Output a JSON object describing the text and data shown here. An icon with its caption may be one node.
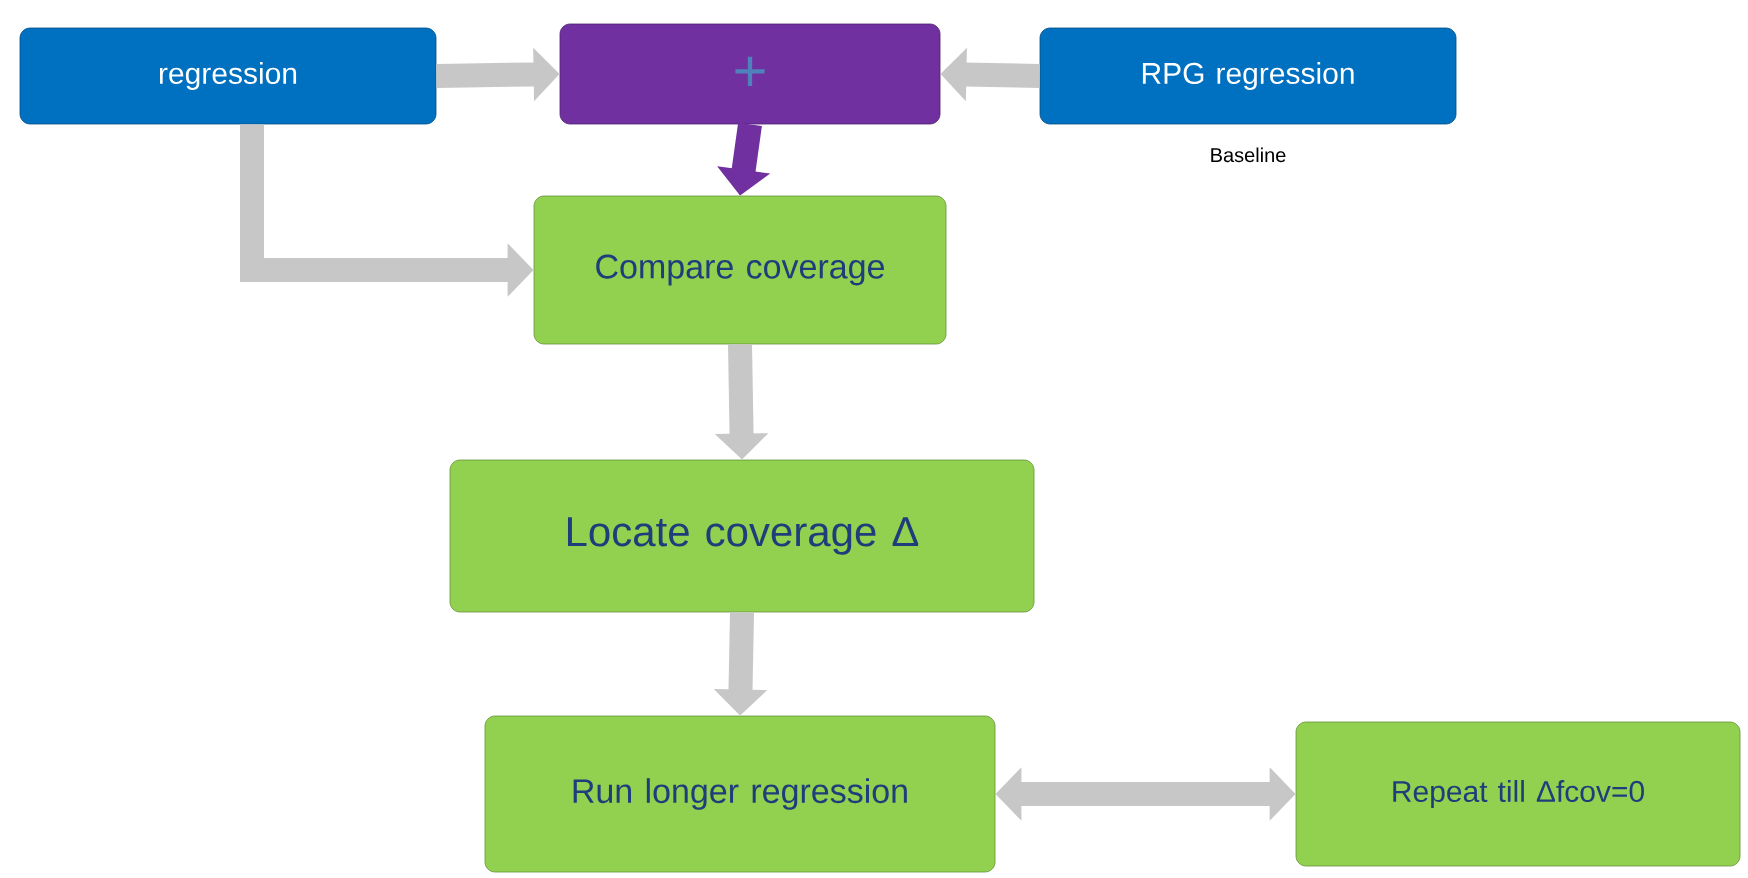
{
  "diagram": {
    "nodes": [
      {
        "text": [
          "regression"
        ]
      },
      {
        "text": [
          "+"
        ]
      },
      {
        "text": [
          "RPG regression"
        ],
        "beside": [
          "Baseline"
        ]
      },
      {
        "text": [
          "Compare coverage"
        ]
      },
      {
        "text": [
          "Locate coverage Δ"
        ]
      },
      {
        "text": [
          "Run longer regression"
        ]
      },
      {
        "text": [
          "Repeat till Δfcov=0"
        ]
      }
    ],
    "edges": [
      {
        "from": 0,
        "to": 1,
        "arrow": "to"
      },
      {
        "from": 2,
        "to": 1,
        "arrow": "to"
      },
      {
        "from": 1,
        "to": 3,
        "arrow": "to",
        "color": "#7030a0"
      },
      {
        "from": 0,
        "to": 3,
        "arrow": "to"
      },
      {
        "from": 3,
        "to": 4,
        "arrow": "to"
      },
      {
        "from": 4,
        "to": 5,
        "arrow": "to"
      },
      {
        "from": 5,
        "to": 6,
        "arrow": "both"
      }
    ]
  }
}
